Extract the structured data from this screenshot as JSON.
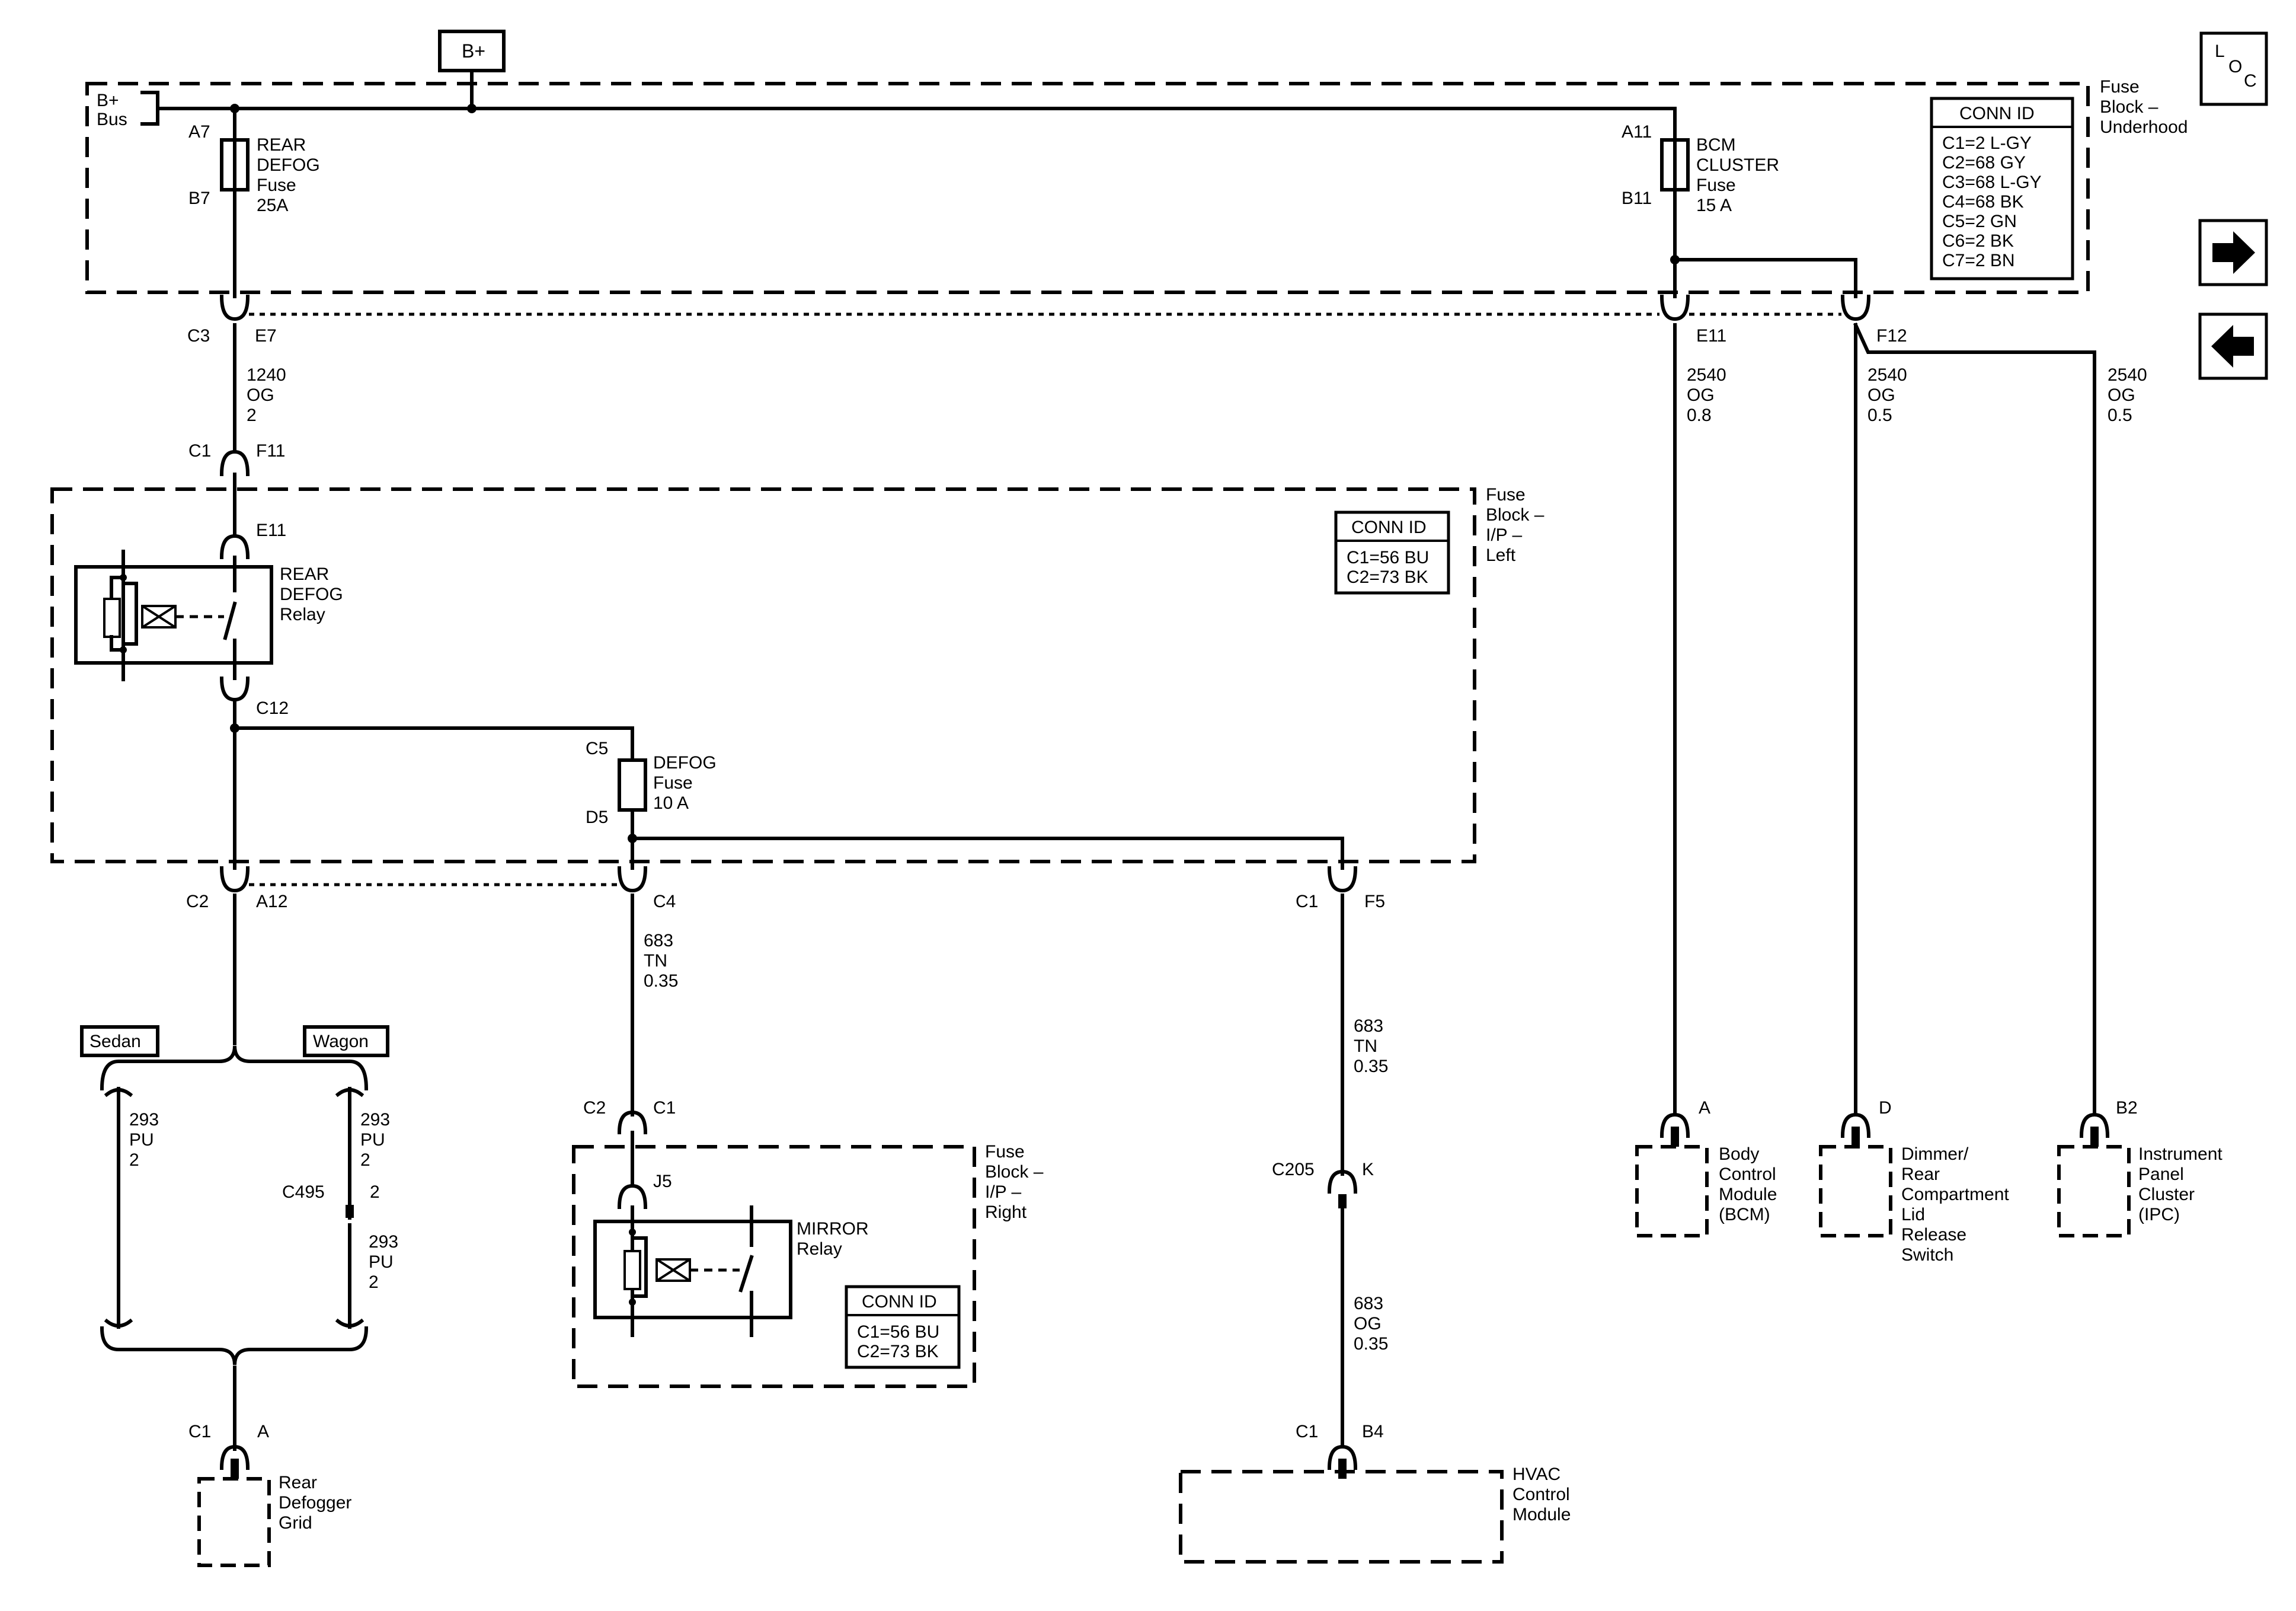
{
  "source": {
    "bplus_tag": "B+",
    "bplus_bus": [
      "B+",
      "Bus"
    ]
  },
  "fuse_block_underhood": {
    "title": [
      "Fuse",
      "Block –",
      "Underhood"
    ],
    "conn_id_title": "CONN ID",
    "conn_id_rows": [
      "C1=2 L-GY",
      "C2=68 GY",
      "C3=68 L-GY",
      "C4=68 BK",
      "C5=2 GN",
      "C6=2 BK",
      "C7=2 BN"
    ],
    "rear_defog_fuse": {
      "top_pin": "A7",
      "bottom_pin": "B7",
      "label": [
        "REAR",
        "DEFOG",
        "Fuse",
        "25A"
      ]
    },
    "bcm_cluster_fuse": {
      "top_pin": "A11",
      "bottom_pin": "B11",
      "label": [
        "BCM",
        "CLUSTER",
        "Fuse",
        "15 A"
      ]
    },
    "out_c3": {
      "connector": "C3",
      "pin": "E7"
    },
    "out_e11": {
      "pin": "E11"
    },
    "out_f12": {
      "pin": "F12"
    }
  },
  "wires": {
    "w1240": [
      "1240",
      "OG",
      "2"
    ],
    "w2540_bcm": [
      "2540",
      "OG",
      "0.8"
    ],
    "w2540_dimmer": [
      "2540",
      "OG",
      "0.5"
    ],
    "w2540_ipc": [
      "2540",
      "OG",
      "0.5"
    ],
    "w683_mirror": [
      "683",
      "TN",
      "0.35"
    ],
    "w683_tn": [
      "683",
      "TN",
      "0.35"
    ],
    "w683_og": [
      "683",
      "OG",
      "0.35"
    ],
    "w293_sedan": [
      "293",
      "PU",
      "2"
    ],
    "w293_wagon_top": [
      "293",
      "PU",
      "2"
    ],
    "w293_wagon_bottom": [
      "293",
      "PU",
      "2"
    ]
  },
  "fuse_block_ip_left": {
    "title": [
      "Fuse",
      "Block –",
      "I/P –",
      "Left"
    ],
    "in_connector": "C1",
    "in_pin": "F11",
    "conn_id_title": "CONN ID",
    "conn_id_rows": [
      "C1=56 BU",
      "C2=73 BK"
    ],
    "relay": {
      "top_pin": "E11",
      "bottom_pin": "C12",
      "label": [
        "REAR",
        "DEFOG",
        "Relay"
      ]
    },
    "defog_fuse": {
      "top_pin": "C5",
      "bottom_pin": "D5",
      "label": [
        "DEFOG",
        "Fuse",
        "10 A"
      ]
    },
    "out_c2": {
      "connector": "C2",
      "pin": "A12"
    },
    "out_c4": {
      "pin": "C4"
    },
    "out_c1": {
      "connector": "C1",
      "pin": "F5"
    }
  },
  "options": {
    "sedan": "Sedan",
    "wagon": "Wagon"
  },
  "inline_c495": {
    "connector": "C495",
    "pin": "2"
  },
  "rear_defogger_grid": {
    "connector": "C1",
    "pin": "A",
    "label": [
      "Rear",
      "Defogger",
      "Grid"
    ]
  },
  "fuse_block_ip_right": {
    "title": [
      "Fuse",
      "Block –",
      "I/P –",
      "Right"
    ],
    "connector_left": "C2",
    "connector_right": "C1",
    "relay_pin": "J5",
    "relay_label": [
      "MIRROR",
      "Relay"
    ],
    "conn_id_title": "CONN ID",
    "conn_id_rows": [
      "C1=56 BU",
      "C2=73 BK"
    ]
  },
  "inline_c205": {
    "connector": "C205",
    "pin": "K"
  },
  "hvac": {
    "connector": "C1",
    "pin": "B4",
    "label": [
      "HVAC",
      "Control",
      "Module"
    ]
  },
  "bcm_module": {
    "pin": "A",
    "label": [
      "Body",
      "Control",
      "Module",
      "(BCM)"
    ]
  },
  "dimmer_switch": {
    "pin": "D",
    "label": [
      "Dimmer/",
      "Rear",
      "Compartment",
      "Lid",
      "Release",
      "Switch"
    ]
  },
  "ipc_module": {
    "pin": "B2",
    "label": [
      "Instrument",
      "Panel",
      "Cluster",
      "(IPC)"
    ]
  },
  "nav": {
    "loc_letters": [
      "L",
      "O",
      "C"
    ],
    "forward_icon": "arrow-right-icon",
    "back_icon": "arrow-left-icon"
  }
}
